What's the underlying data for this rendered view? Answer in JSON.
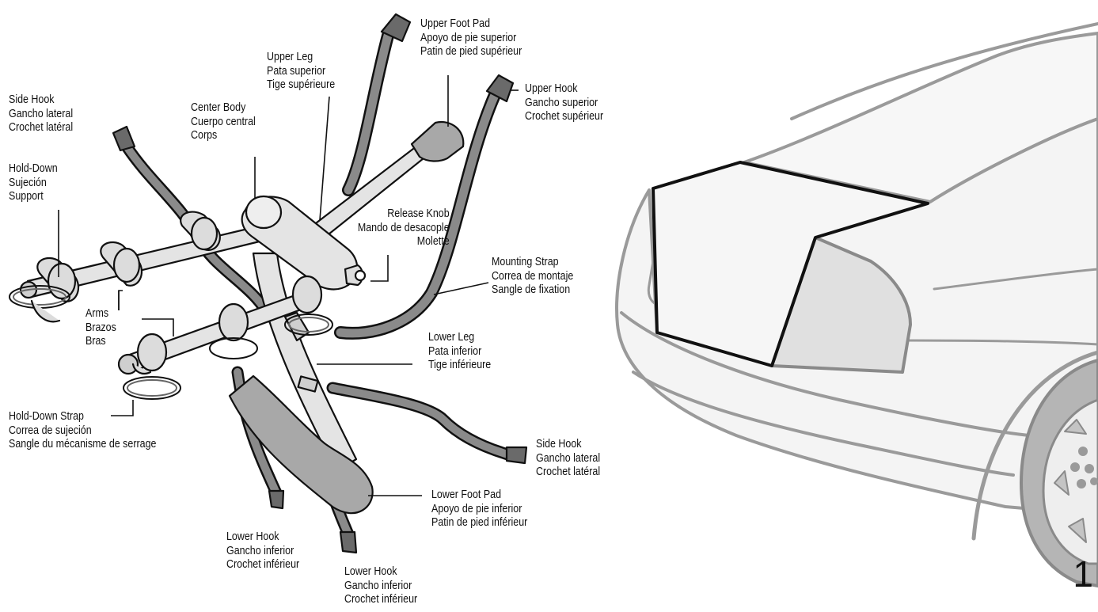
{
  "diagram": {
    "page_number": "1",
    "labels": {
      "upper_foot_pad": [
        "Upper Foot Pad",
        "Apoyo de pie superior",
        "Patin de pied supérieur"
      ],
      "upper_leg": [
        "Upper Leg",
        "Pata superior",
        "Tige supérieure"
      ],
      "upper_hook": [
        "Upper Hook",
        "Gancho superior",
        "Crochet supérieur"
      ],
      "side_hook_left": [
        "Side Hook",
        "Gancho lateral",
        "Crochet latéral"
      ],
      "center_body": [
        "Center Body",
        "Cuerpo central",
        "Corps"
      ],
      "hold_down": [
        "Hold-Down",
        "Sujeción",
        "Support"
      ],
      "release_knob": [
        "Release Knob",
        "Mando de desacople",
        "Molette"
      ],
      "mounting_strap": [
        "Mounting Strap",
        "Correa de montaje",
        "Sangle de fixation"
      ],
      "arms": [
        "Arms",
        "Brazos",
        "Bras"
      ],
      "lower_leg": [
        "Lower Leg",
        "Pata inferior",
        "Tige inférieure"
      ],
      "hold_down_strap": [
        "Hold-Down Strap",
        "Correa de sujeción",
        "Sangle du mécanisme de serrage"
      ],
      "side_hook_right": [
        "Side Hook",
        "Gancho lateral",
        "Crochet latéral"
      ],
      "lower_foot_pad": [
        "Lower Foot Pad",
        "Apoyo de pie inferior",
        "Patin de pied inférieur"
      ],
      "lower_hook_left": [
        "Lower Hook",
        "Gancho inferior",
        "Crochet inférieur"
      ],
      "lower_hook_right": [
        "Lower Hook",
        "Gancho inferior",
        "Crochet inférieur"
      ]
    },
    "colors": {
      "ink": "#111111",
      "rack_fill": "#e4e4e4",
      "strap_fill": "#8a8a8a",
      "pad_fill": "#a8a8a8",
      "car_line": "#9a9a9a",
      "car_fill": "#f4f4f4",
      "tire_fill": "#b5b5b5"
    }
  }
}
